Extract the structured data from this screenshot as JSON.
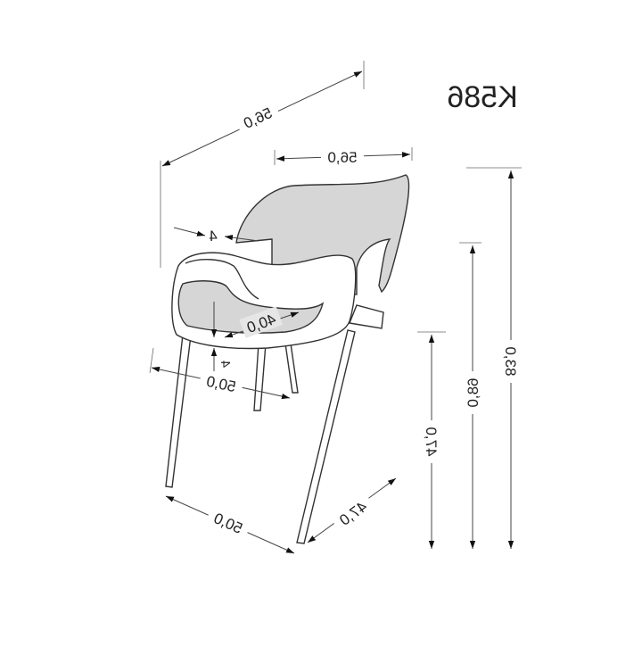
{
  "model": "K586",
  "dimensions": {
    "depth_top": "56,0",
    "width_top": "56,0",
    "armrest_thickness": "4",
    "seat_depth": "40,0",
    "seat_thickness": "4",
    "seat_width": "50,0",
    "base_width": "50,0",
    "base_depth": "47,0",
    "seat_height": "47,0",
    "armrest_height": "68,0",
    "total_height": "83,0"
  },
  "colors": {
    "upholstery": "#d6d6d6",
    "line": "#333333"
  }
}
